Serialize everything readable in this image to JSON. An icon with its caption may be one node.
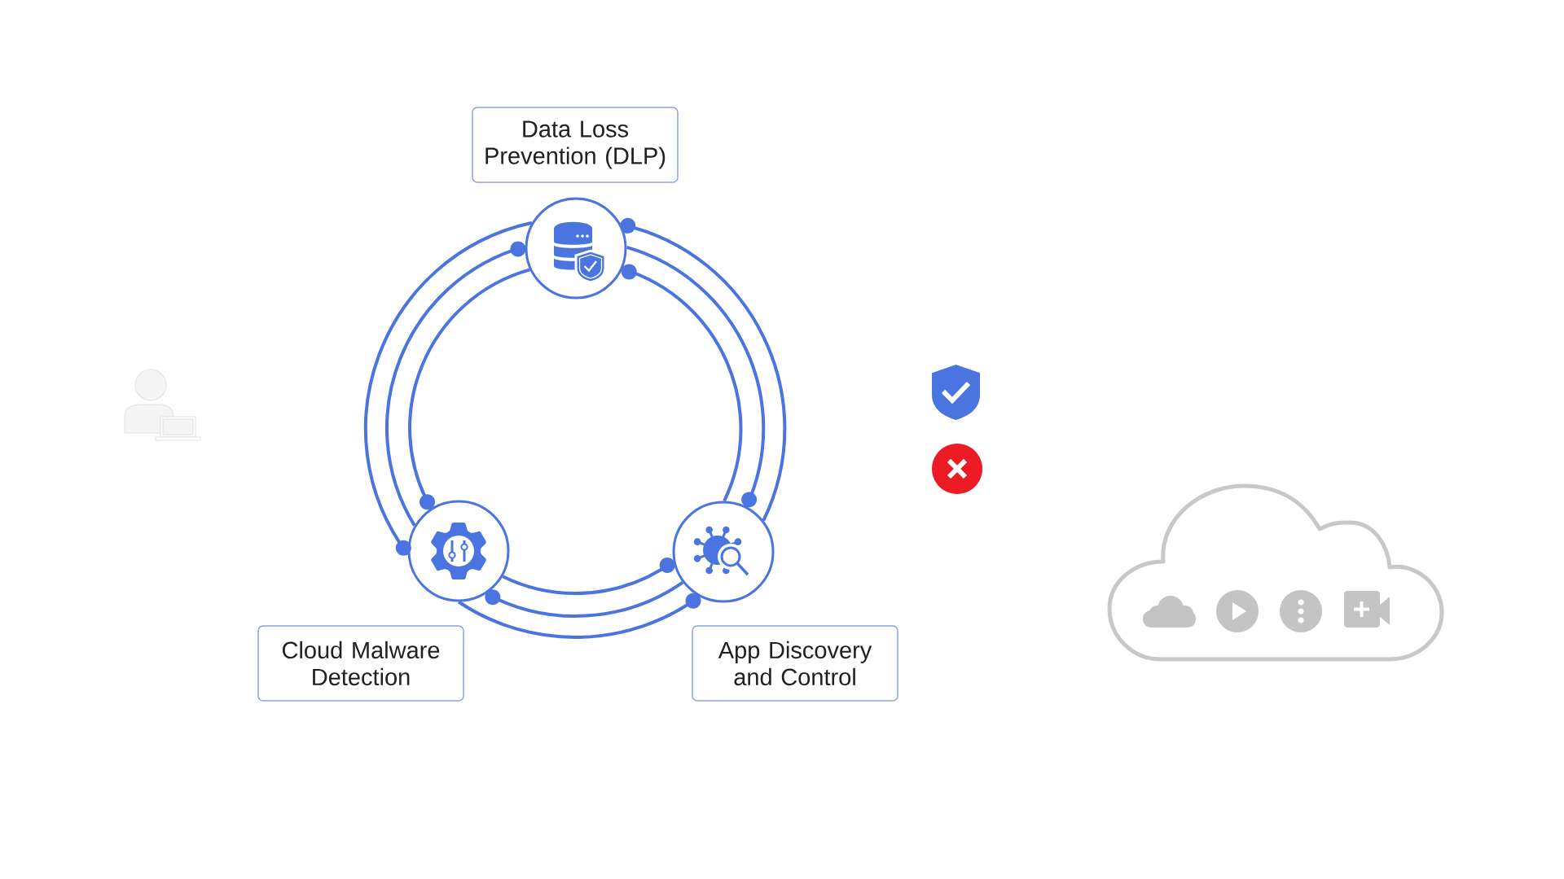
{
  "diagram": {
    "nodes": [
      {
        "text": [
          "Data Loss Prevention (DLP)"
        ]
      },
      {
        "text": [],
        "shape": "circle"
      },
      {
        "text": [],
        "shape": "circle"
      },
      {
        "text": [],
        "shape": "circle"
      },
      {
        "text": [
          "Cloud Malware Detection"
        ]
      },
      {
        "text": [
          "App Discovery and Control"
        ]
      }
    ],
    "edges": [
      {
        "from": 3,
        "to": 1,
        "arrow": "other"
      },
      {
        "from": 1,
        "to": 3,
        "arrow": "other"
      },
      {
        "from": 3,
        "to": 1,
        "arrow": "other"
      },
      {
        "from": 2,
        "to": 3,
        "arrow": "other"
      },
      {
        "from": 3,
        "to": 2,
        "arrow": "other"
      },
      {
        "from": 2,
        "to": 3,
        "arrow": "other"
      },
      {
        "from": 1,
        "to": 2,
        "arrow": "other"
      },
      {
        "from": 2,
        "to": 1,
        "arrow": "other"
      },
      {
        "from": 1,
        "to": 2,
        "arrow": "other"
      }
    ]
  }
}
